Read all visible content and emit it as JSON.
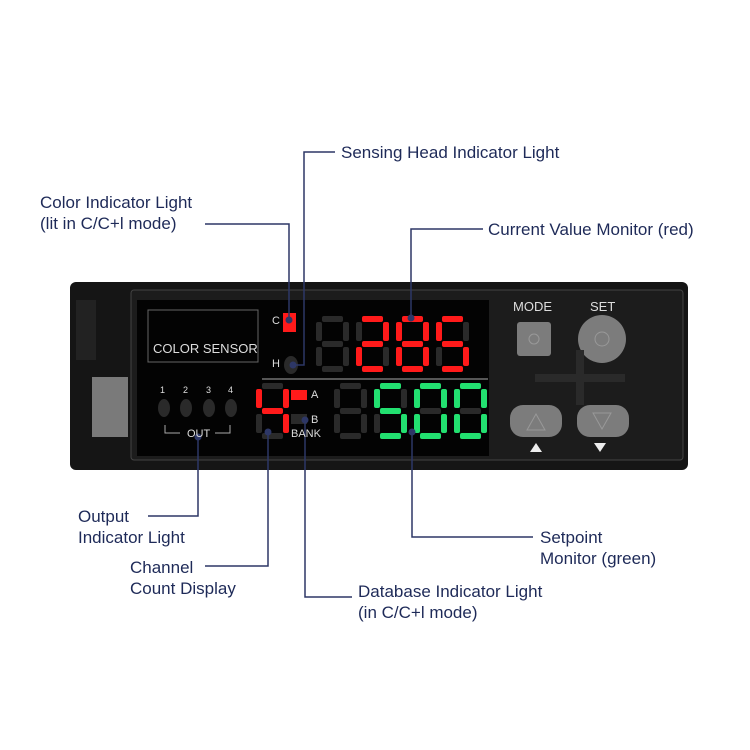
{
  "labels": {
    "sensing_head": "Sensing Head Indicator Light",
    "color_l1": "Color Indicator Light",
    "color_l2": "(lit in C/C+l mode)",
    "current_value": "Current Value Monitor (red)",
    "output_l1": "Output",
    "output_l2": "Indicator Light",
    "channel_l1": "Channel",
    "channel_l2": "Count Display",
    "database_l1": "Database Indicator Light",
    "database_l2": "(in C/C+l mode)",
    "setpoint_l1": "Setpoint",
    "setpoint_l2": "Monitor (green)"
  },
  "device": {
    "name": "COLOR SENSOR",
    "c": "C",
    "h": "H",
    "a": "A",
    "b": "B",
    "bank": "BANK",
    "out": "OUT",
    "out_nums": [
      "1",
      "2",
      "3",
      "4"
    ],
    "mode": "MODE",
    "set": "SET",
    "current_value": "285",
    "setpoint": "500",
    "channel": "4"
  },
  "colors": {
    "red": "#ff1a1a",
    "green": "#22e070",
    "unlit": "#2a2a2a",
    "line": "#2d3766"
  }
}
